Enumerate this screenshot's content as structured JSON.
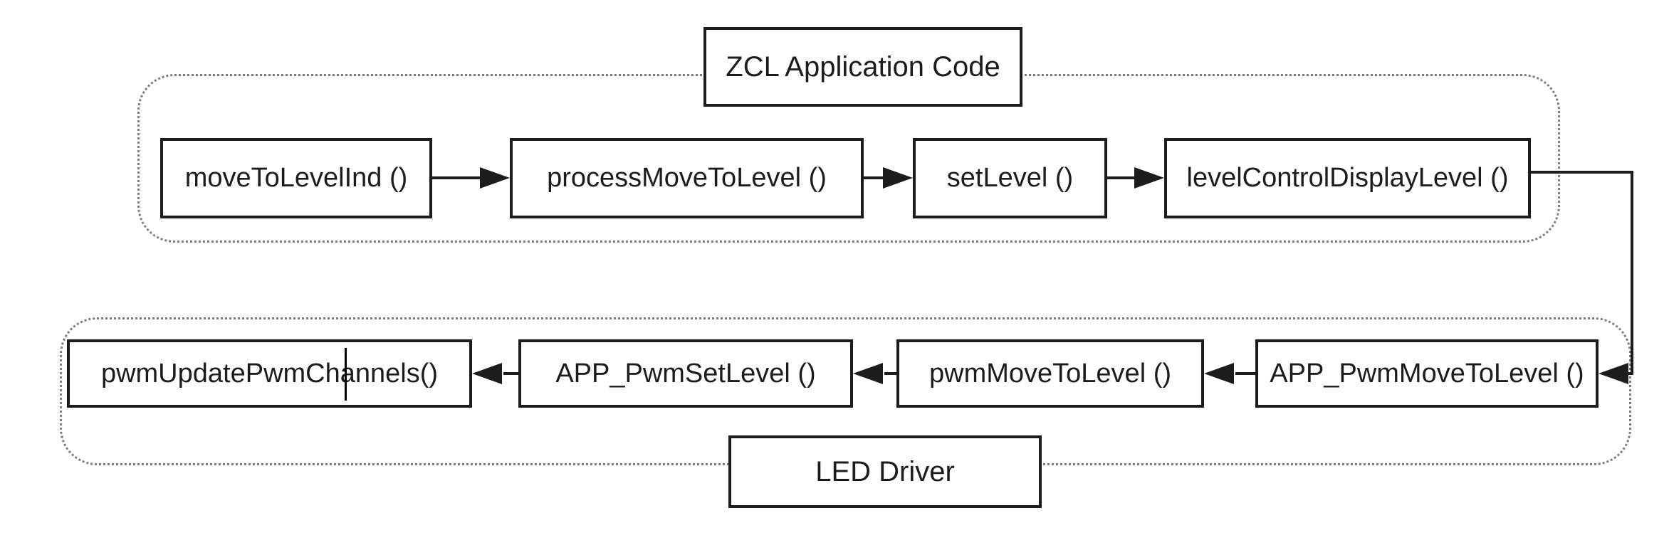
{
  "diagram": {
    "background_color": "#ffffff",
    "line_color": "#1c1c1c",
    "box_border_color": "#1c1c1c",
    "group_border_color": "#7d7d7d",
    "groups": [
      {
        "label": "ZCL Application Code",
        "label_position": "top-center",
        "flow_direction": "left-to-right",
        "boxes": [
          {
            "label": "moveToLevelInd ()"
          },
          {
            "label": "processMoveToLevel ()"
          },
          {
            "label": "setLevel ()"
          },
          {
            "label": "levelControlDisplayLevel ()"
          }
        ]
      },
      {
        "label": "LED Driver",
        "label_position": "bottom-center",
        "flow_direction": "right-to-left",
        "boxes": [
          {
            "label": "pwmUpdatePwmChannels()",
            "has_text_cursor": true
          },
          {
            "label": "APP_PwmSetLevel ()"
          },
          {
            "label": "pwmMoveToLevel ()"
          },
          {
            "label": "APP_PwmMoveToLevel ()"
          }
        ]
      }
    ],
    "connections": [
      {
        "from": "moveToLevelInd ()",
        "to": "processMoveToLevel ()"
      },
      {
        "from": "processMoveToLevel ()",
        "to": "setLevel ()"
      },
      {
        "from": "setLevel ()",
        "to": "levelControlDisplayLevel ()"
      },
      {
        "from": "levelControlDisplayLevel ()",
        "to": "APP_PwmMoveToLevel ()"
      },
      {
        "from": "APP_PwmMoveToLevel ()",
        "to": "pwmMoveToLevel ()"
      },
      {
        "from": "pwmMoveToLevel ()",
        "to": "APP_PwmSetLevel ()"
      },
      {
        "from": "APP_PwmSetLevel ()",
        "to": "pwmUpdatePwmChannels()"
      }
    ]
  }
}
